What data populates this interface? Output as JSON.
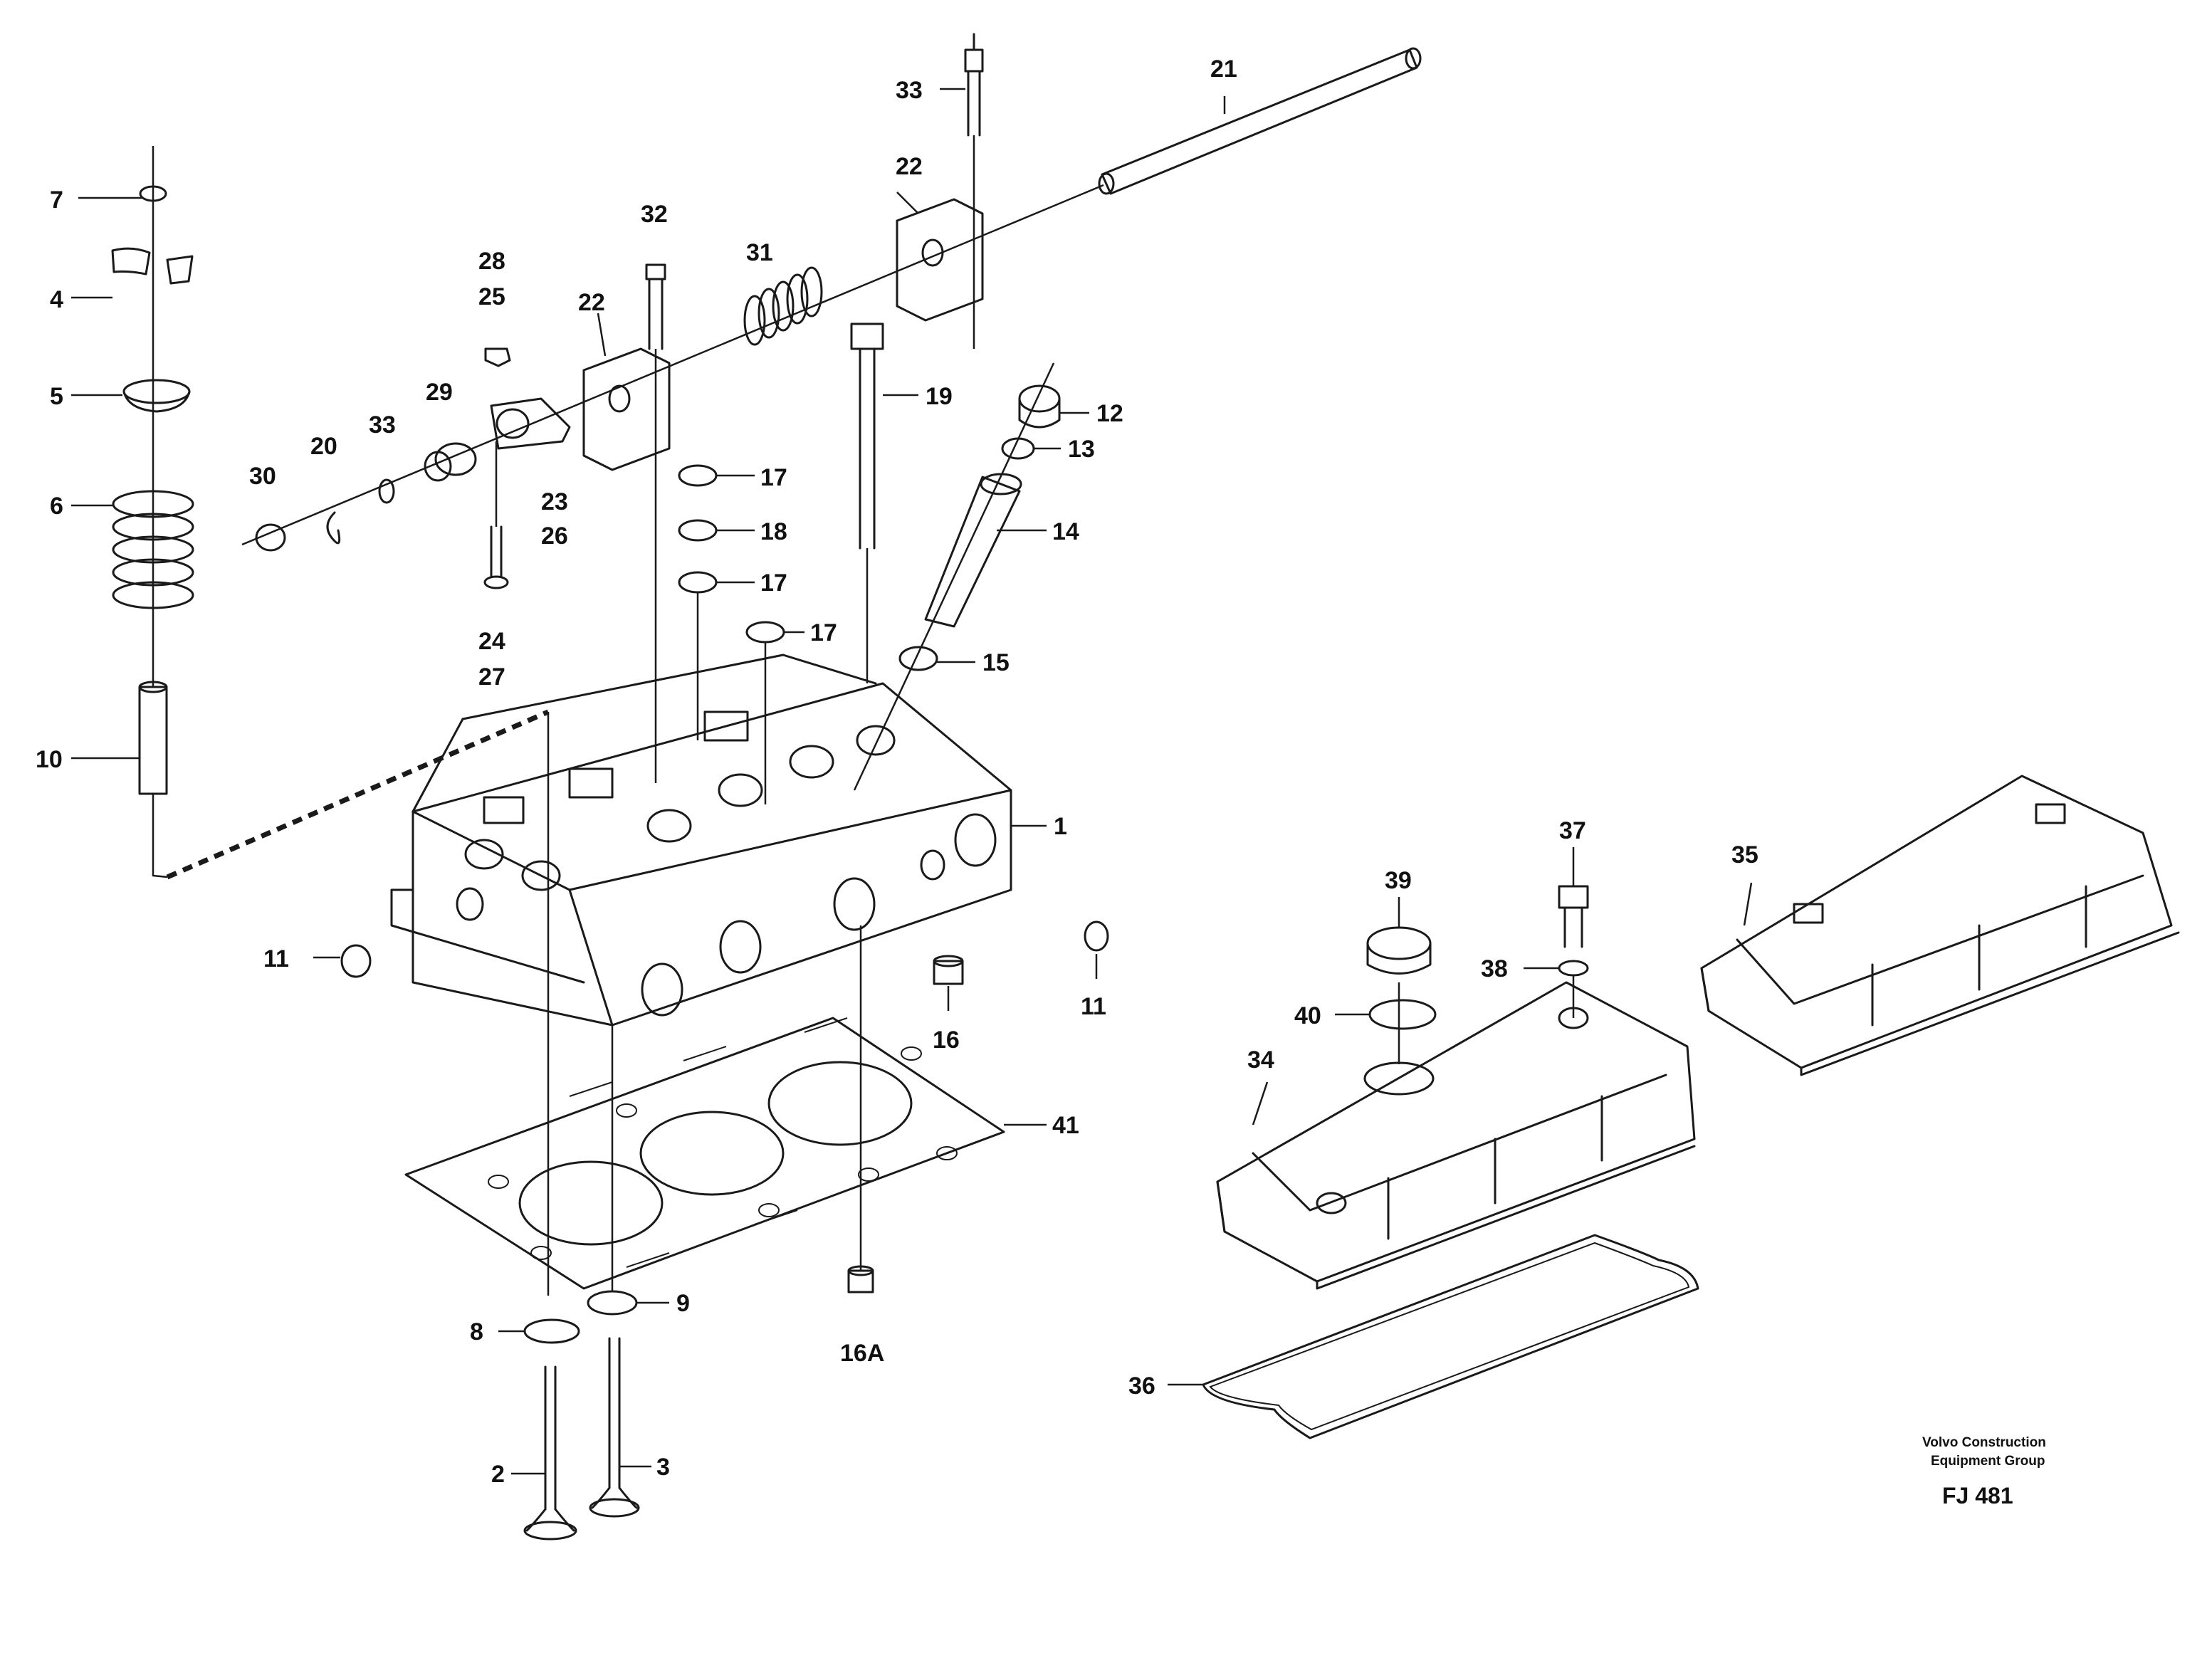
{
  "labels": {
    "l1": "1",
    "l2": "2",
    "l3": "3",
    "l4": "4",
    "l5": "5",
    "l6": "6",
    "l7": "7",
    "l8": "8",
    "l9": "9",
    "l10": "10",
    "l11a": "11",
    "l11b": "11",
    "l12": "12",
    "l13": "13",
    "l14": "14",
    "l15": "15",
    "l16": "16",
    "l16a": "16A",
    "l17a": "17",
    "l17b": "17",
    "l17c": "17",
    "l18": "18",
    "l19": "19",
    "l20": "20",
    "l21": "21",
    "l22a": "22",
    "l22b": "22",
    "l23": "23",
    "l24": "24",
    "l25": "25",
    "l26": "26",
    "l27": "27",
    "l28": "28",
    "l29": "29",
    "l30": "30",
    "l31": "31",
    "l32": "32",
    "l33a": "33",
    "l33b": "33",
    "l34": "34",
    "l35": "35",
    "l36": "36",
    "l37": "37",
    "l38": "38",
    "l39": "39",
    "l40": "40",
    "l41": "41"
  },
  "credit": {
    "line1": "Volvo Construction",
    "line2": "Equipment Group",
    "code": "FJ 481"
  }
}
